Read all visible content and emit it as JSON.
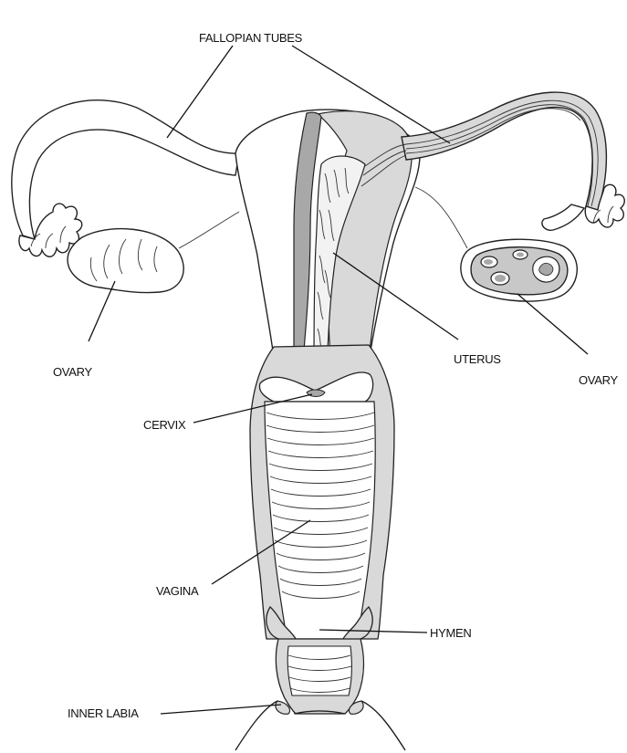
{
  "labels": {
    "fallopian_tubes": "FALLOPIAN TUBES",
    "ovary_left": "OVARY",
    "ovary_right": "OVARY",
    "uterus": "UTERUS",
    "cervix": "CERVIX",
    "vagina": "VAGINA",
    "hymen": "HYMEN",
    "inner_labia": "INNER LABIA"
  },
  "colors": {
    "line": "#222222",
    "light_fill": "#d9d9d9",
    "mid_fill": "#a8a8a8",
    "background": "#ffffff"
  }
}
